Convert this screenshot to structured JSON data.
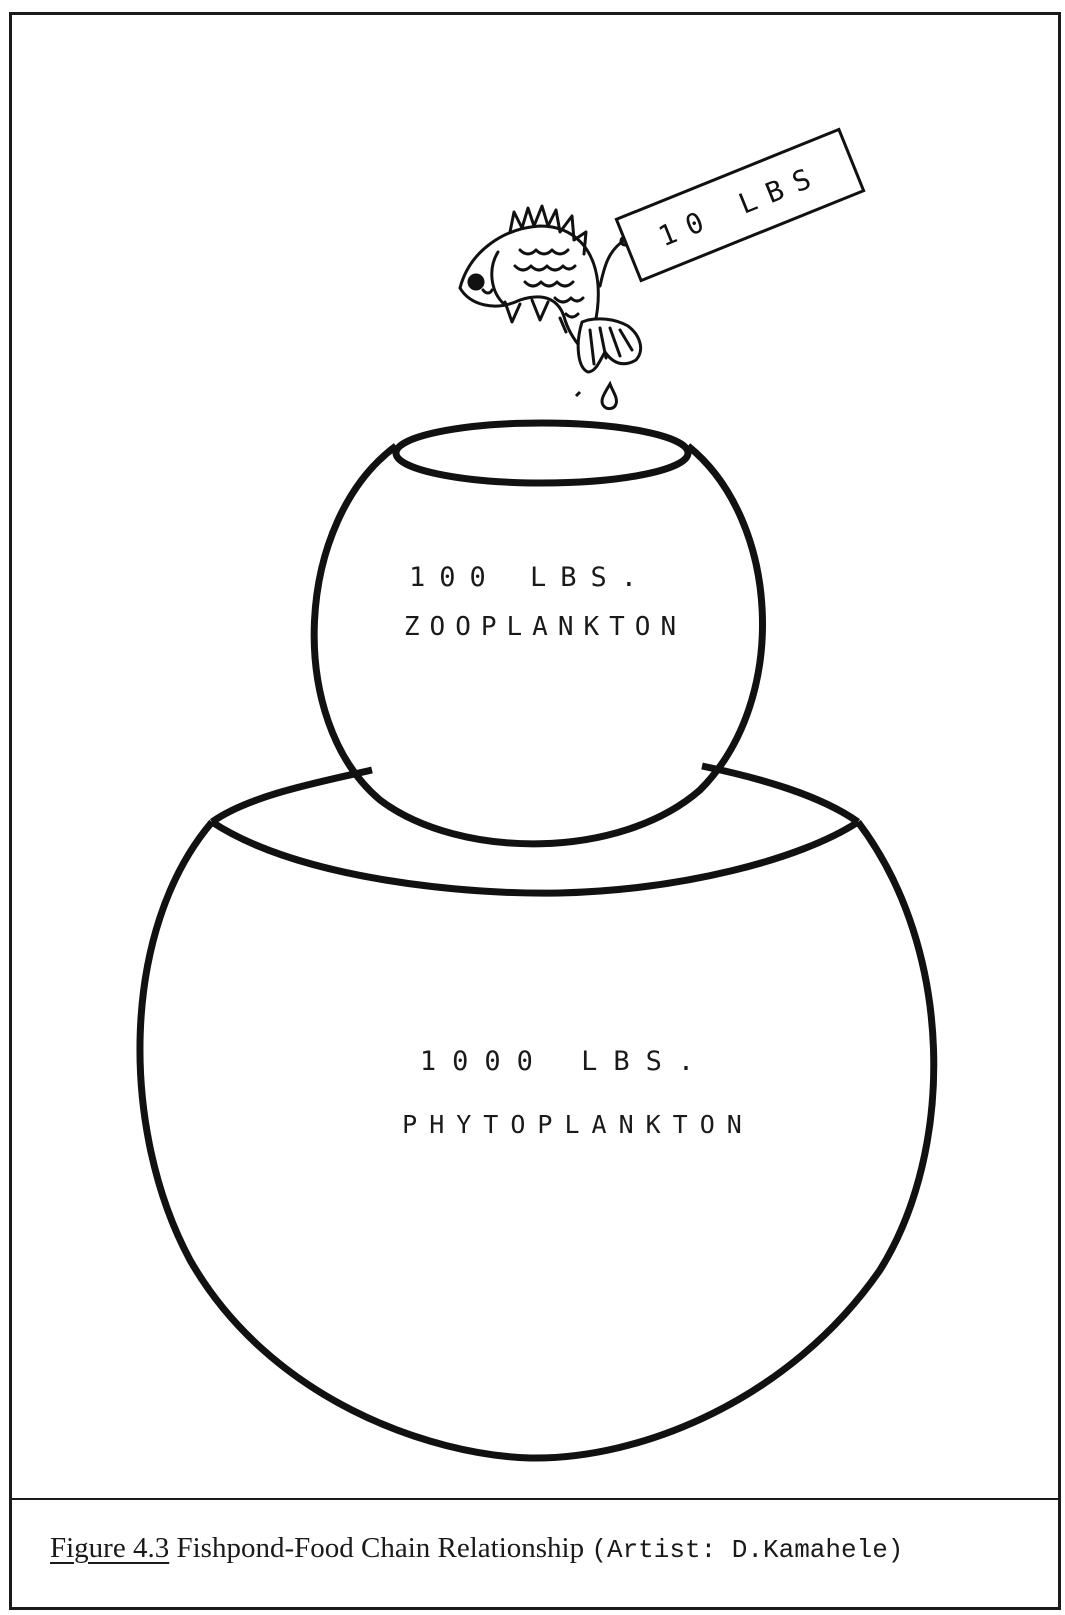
{
  "fish_tag": {
    "weight": "10 LBS"
  },
  "zooplankton": {
    "weight": "100 LBS.",
    "name": "ZOOPLANKTON"
  },
  "phytoplankton": {
    "weight": "1000 LBS.",
    "name": "PHYTOPLANKTON"
  },
  "caption": {
    "figure_number": "Figure 4.3",
    "title": "Fishpond-Food Chain Relationship",
    "credit": "(Artist: D.Kamahele)"
  }
}
